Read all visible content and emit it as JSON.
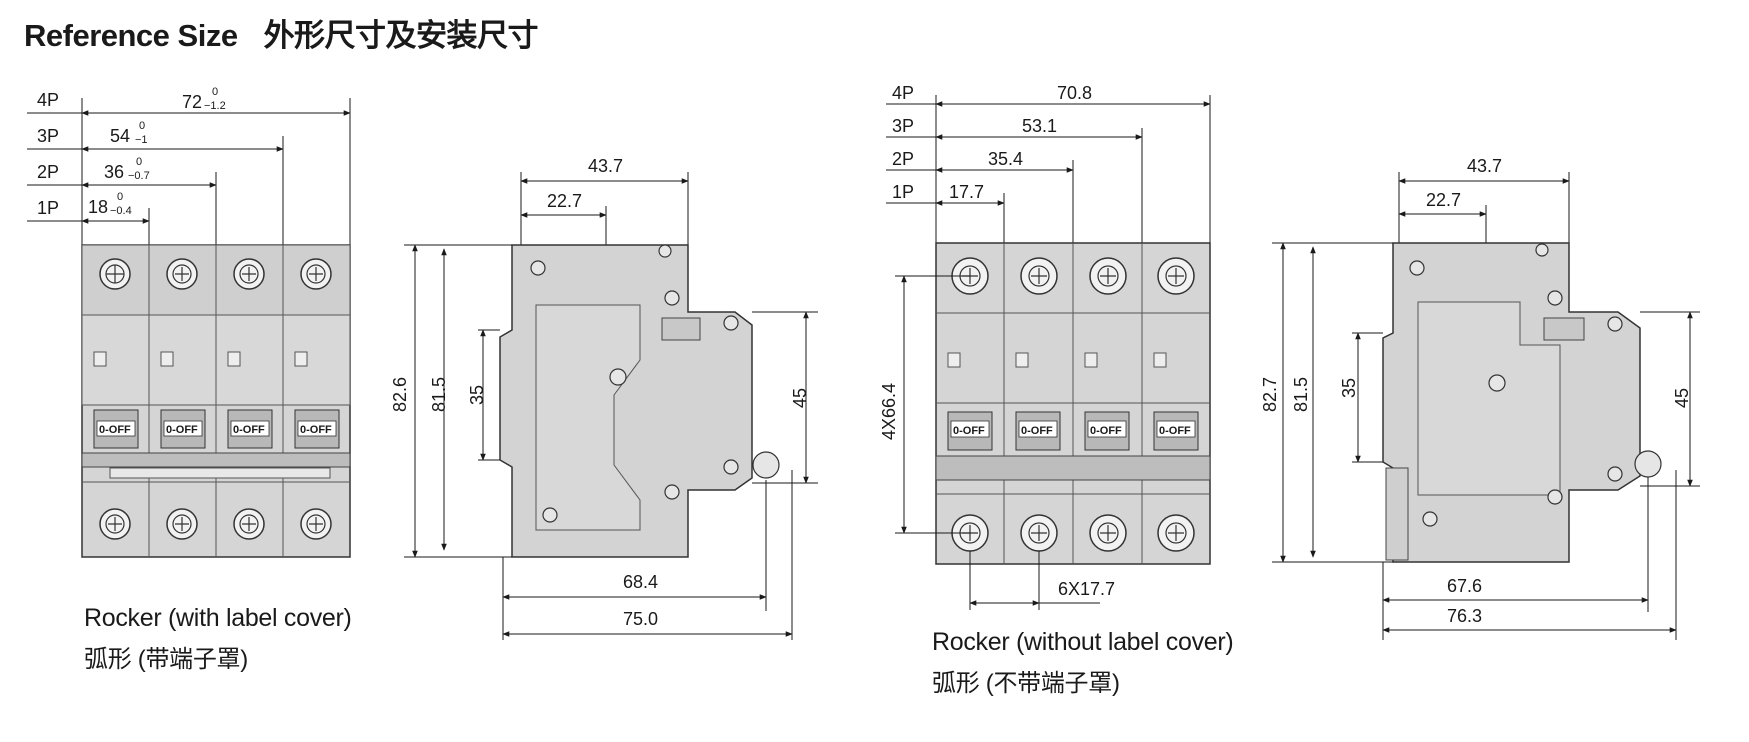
{
  "title": {
    "en": "Reference Size",
    "zh": "外形尺寸及安装尺寸"
  },
  "poles": [
    "4P",
    "3P",
    "2P",
    "1P"
  ],
  "left_front": {
    "widths": [
      {
        "value": "72",
        "sup": "0",
        "sub": "−1.2"
      },
      {
        "value": "54",
        "sup": "0",
        "sub": "−1"
      },
      {
        "value": "36",
        "sup": "0",
        "sub": "−0.7"
      },
      {
        "value": "18",
        "sup": "0",
        "sub": "−0.4"
      }
    ],
    "switch_label": "0-OFF"
  },
  "left_side": {
    "top_dims": [
      "43.7",
      "22.7"
    ],
    "heights": [
      "82.6",
      "81.5",
      "35",
      "45"
    ],
    "bottom_dims": [
      "68.4",
      "75.0"
    ]
  },
  "right_front": {
    "widths": [
      "70.8",
      "53.1",
      "35.4",
      "17.7"
    ],
    "mount_height": "4X66.4",
    "pitch": "6X17.7",
    "switch_label": "0-OFF"
  },
  "right_side": {
    "top_dims": [
      "43.7",
      "22.7"
    ],
    "heights": [
      "82.7",
      "81.5",
      "35",
      "45"
    ],
    "bottom_dims": [
      "67.6",
      "76.3"
    ]
  },
  "captions": {
    "left": {
      "en": "Rocker (with label cover)",
      "zh": "弧形 (带端子罩)"
    },
    "right": {
      "en": "Rocker (without label cover)",
      "zh": "弧形 (不带端子罩)"
    }
  }
}
